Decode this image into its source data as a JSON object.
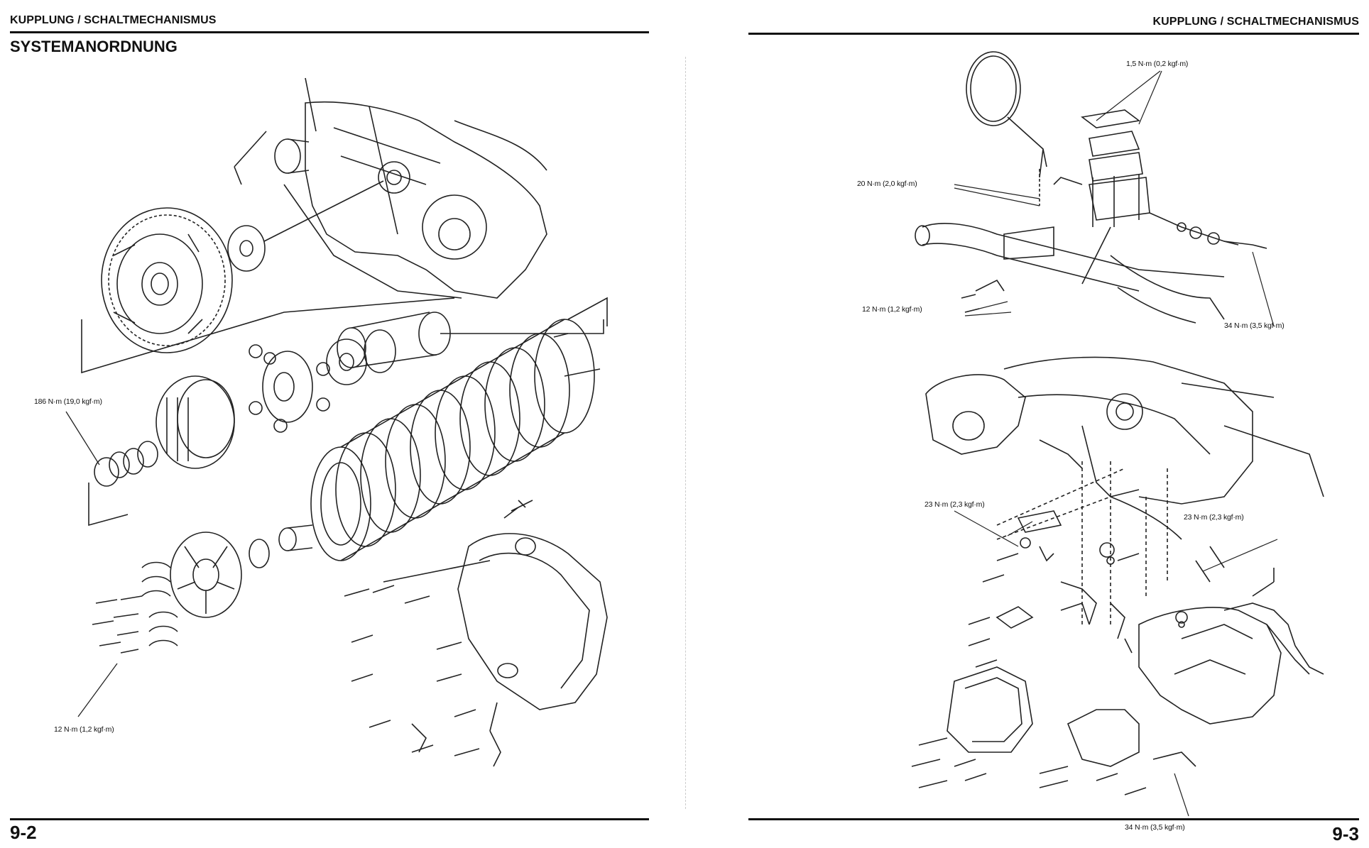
{
  "left_page": {
    "header": "KUPPLUNG / SCHALTMECHANISMUS",
    "title": "SYSTEMANORDNUNG",
    "folio": "9-2",
    "labels": {
      "torque_186": "186 N·m (19,0 kgf·m)",
      "torque_12": "12 N·m (1,2 kgf·m)"
    }
  },
  "right_page": {
    "header": "KUPPLUNG / SCHALTMECHANISMUS",
    "folio": "9-3",
    "labels": {
      "torque_1_5": "1,5 N·m (0,2 kgf·m)",
      "torque_20": "20 N·m (2,0 kgf·m)",
      "torque_12": "12 N·m (1,2 kgf·m)",
      "torque_34_top": "34 N·m (3,5 kgf·m)",
      "torque_23_left": "23 N·m (2,3 kgf·m)",
      "torque_23_right": "23 N·m (2,3 kgf·m)",
      "torque_34_bottom": "34 N·m (3,5 kgf·m)"
    }
  }
}
